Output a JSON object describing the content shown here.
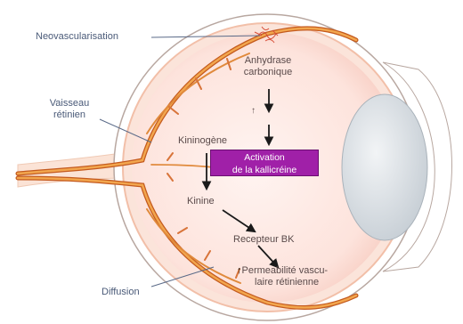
{
  "labels": {
    "neovascularisation": "Neovascularisation",
    "vaisseau_line1": "Vaisseau",
    "vaisseau_line2": "rétinien",
    "diffusion": "Diffusion",
    "anhydrase_line1": "Anhydrase",
    "anhydrase_line2": "carbonique",
    "kininogene": "Kininogène",
    "activation_line1": "Activation",
    "activation_line2": "de la kallicréine",
    "kinine": "Kinine",
    "recepteur": "Recepteur BK",
    "permeabilite_line1": "Permeabilité vascu-",
    "permeabilite_line2": "laire rétinienne",
    "up_arrow": "↑"
  },
  "colors": {
    "sclera": "#ffffff",
    "eye_interior": "#fde4de",
    "vessel": "#e89040",
    "vessel_dark": "#c45a1e",
    "lens": "#d8dde2",
    "activation_box": "#a020a8",
    "arrow": "#1a1a1a",
    "label_text": "#4a5a78"
  }
}
